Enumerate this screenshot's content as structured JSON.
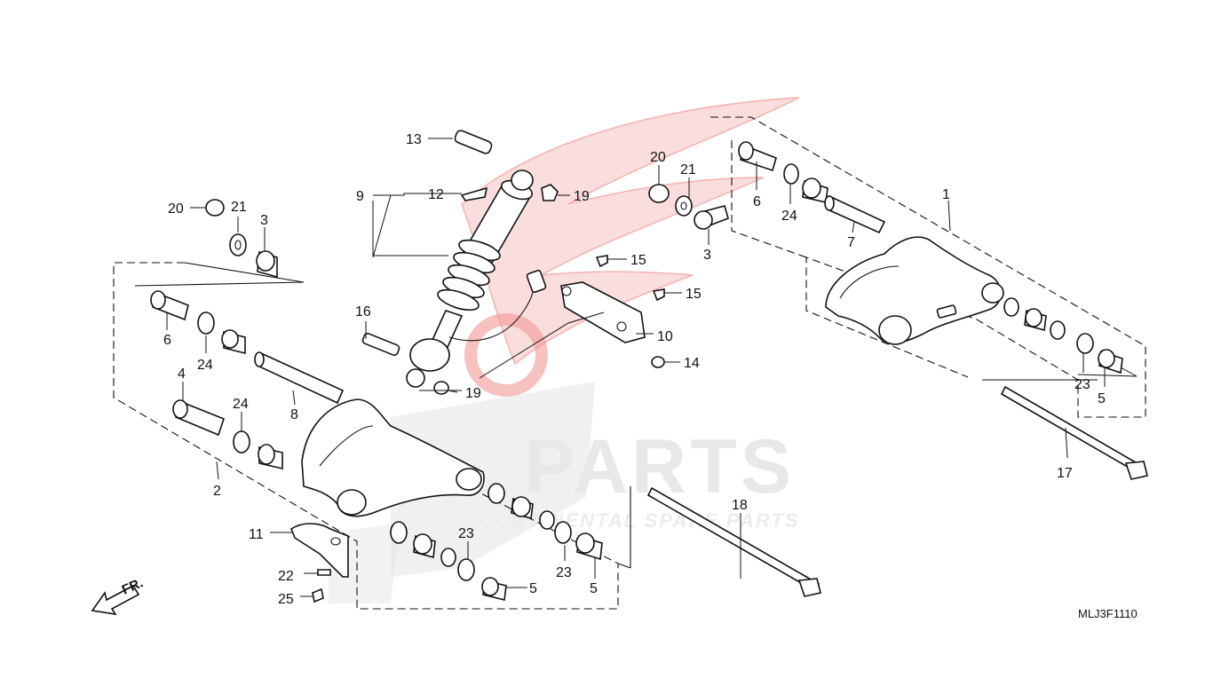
{
  "diagram": {
    "code": "MLJ3F1110",
    "front_label": "FR.",
    "watermark": {
      "brand": "PARTS",
      "tagline": "CONTINENTAL SPARE PARTS",
      "color": "#e8443f"
    },
    "callouts": [
      {
        "id": "c1",
        "text": "1"
      },
      {
        "id": "c2",
        "text": "2"
      },
      {
        "id": "c3a",
        "text": "3"
      },
      {
        "id": "c3b",
        "text": "3"
      },
      {
        "id": "c4",
        "text": "4"
      },
      {
        "id": "c5a",
        "text": "5"
      },
      {
        "id": "c5b",
        "text": "5"
      },
      {
        "id": "c5c",
        "text": "5"
      },
      {
        "id": "c6a",
        "text": "6"
      },
      {
        "id": "c6b",
        "text": "6"
      },
      {
        "id": "c7",
        "text": "7"
      },
      {
        "id": "c8",
        "text": "8"
      },
      {
        "id": "c9",
        "text": "9"
      },
      {
        "id": "c10",
        "text": "10"
      },
      {
        "id": "c11",
        "text": "11"
      },
      {
        "id": "c12",
        "text": "12"
      },
      {
        "id": "c13",
        "text": "13"
      },
      {
        "id": "c14",
        "text": "14"
      },
      {
        "id": "c15a",
        "text": "15"
      },
      {
        "id": "c15b",
        "text": "15"
      },
      {
        "id": "c16",
        "text": "16"
      },
      {
        "id": "c17",
        "text": "17"
      },
      {
        "id": "c18",
        "text": "18"
      },
      {
        "id": "c19a",
        "text": "19"
      },
      {
        "id": "c19b",
        "text": "19"
      },
      {
        "id": "c20a",
        "text": "20"
      },
      {
        "id": "c20b",
        "text": "20"
      },
      {
        "id": "c21a",
        "text": "21"
      },
      {
        "id": "c21b",
        "text": "21"
      },
      {
        "id": "c22",
        "text": "22"
      },
      {
        "id": "c23a",
        "text": "23"
      },
      {
        "id": "c23b",
        "text": "23"
      },
      {
        "id": "c23c",
        "text": "23"
      },
      {
        "id": "c24a",
        "text": "24"
      },
      {
        "id": "c24b",
        "text": "24"
      },
      {
        "id": "c24c",
        "text": "24"
      },
      {
        "id": "c25",
        "text": "25"
      }
    ]
  }
}
